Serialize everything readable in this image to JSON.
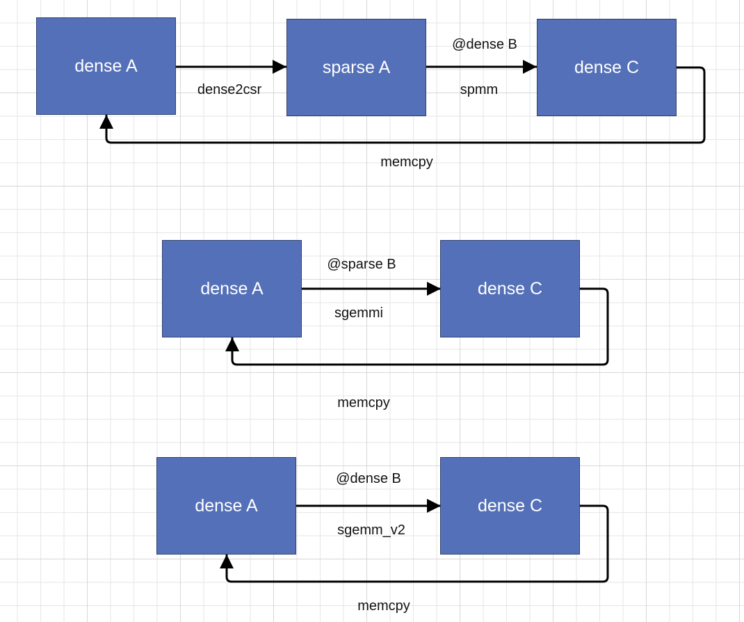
{
  "diagrams": [
    {
      "nodes": {
        "dense_a": "dense A",
        "sparse_a": "sparse A",
        "dense_c": "dense C"
      },
      "edges": {
        "a_to_sparse_below": "dense2csr",
        "sparse_to_c_above": "@dense B",
        "sparse_to_c_below": "spmm",
        "return": "memcpy"
      }
    },
    {
      "nodes": {
        "dense_a": "dense A",
        "dense_c": "dense C"
      },
      "edges": {
        "a_to_c_above": "@sparse B",
        "a_to_c_below": "sgemmi",
        "return": "memcpy"
      }
    },
    {
      "nodes": {
        "dense_a": "dense A",
        "dense_c": "dense C"
      },
      "edges": {
        "a_to_c_above": "@dense B",
        "a_to_c_below": "sgemm_v2",
        "return": "memcpy"
      }
    }
  ],
  "colors": {
    "node_fill": "#5470b8",
    "node_border": "#2f3f6e",
    "node_text": "#ffffff",
    "edge": "#000000",
    "grid": "#e6e6e6"
  }
}
